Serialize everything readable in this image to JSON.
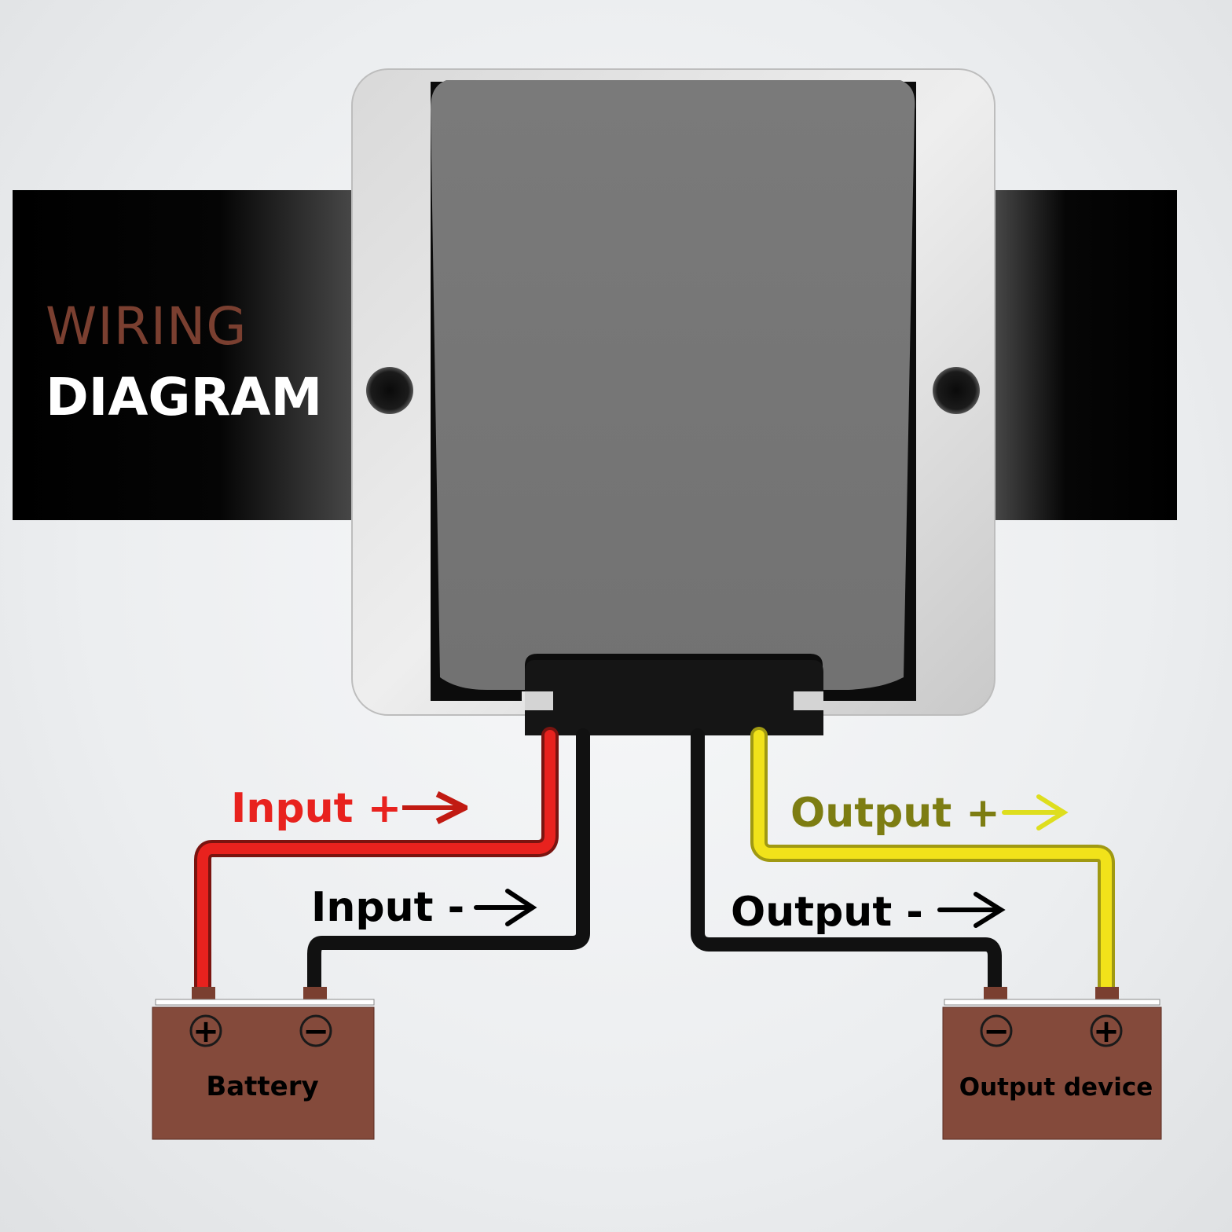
{
  "banner": {
    "title_line1": "WIRING",
    "title_line2": "DIAGRAM"
  },
  "labels": {
    "input_plus": "Input +",
    "input_minus": "Input -",
    "output_plus": "Output +",
    "output_minus": "Output -"
  },
  "battery": {
    "label": "Battery",
    "plus_symbol": "+",
    "minus_symbol": "−"
  },
  "output_device": {
    "label": "Output device",
    "plus_symbol": "+",
    "minus_symbol": "−"
  },
  "colors": {
    "title_accent": "#7a3f30",
    "input_plus": "#e8221e",
    "input_plus_arrow": "#c11a12",
    "output_plus_text": "#7d7d12",
    "output_plus_wire": "#f1e21a",
    "wire_negative": "#111111",
    "battery_body": "#844a3b"
  }
}
